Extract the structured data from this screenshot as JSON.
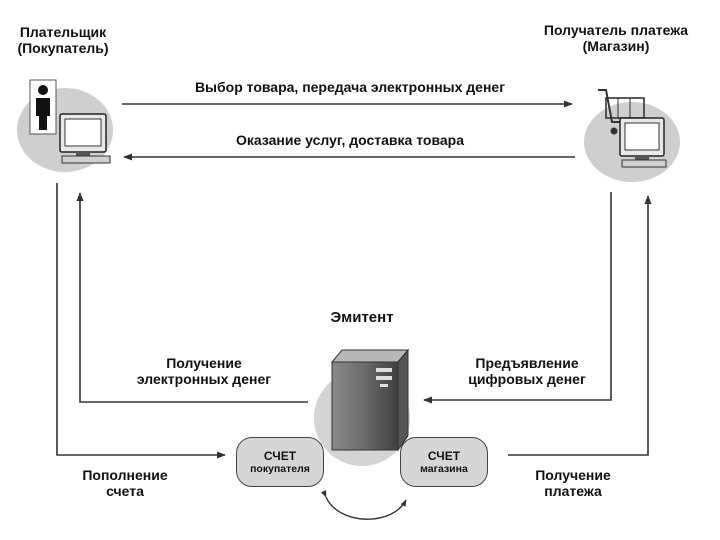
{
  "nodes": {
    "payer": {
      "line1": "Плательщик",
      "line2": "(Покупатель)"
    },
    "merchant": {
      "line1": "Получатель платежа",
      "line2": "(Магазин)"
    },
    "issuer": {
      "label": "Эмитент"
    },
    "buyer_account": {
      "line1": "СЧЕТ",
      "line2": "покупателя"
    },
    "shop_account": {
      "line1": "СЧЕТ",
      "line2": "магазина"
    }
  },
  "edges": {
    "selection": "Выбор товара, передача электронных денег",
    "services": "Оказание услуг, доставка товара",
    "receive_money": {
      "line1": "Получение",
      "line2": "электронных денег"
    },
    "present_money": {
      "line1": "Предъявление",
      "line2": "цифровых денег"
    },
    "topup": {
      "line1": "Пополнение",
      "line2": "счета"
    },
    "payment": {
      "line1": "Получение",
      "line2": "платежа"
    }
  }
}
